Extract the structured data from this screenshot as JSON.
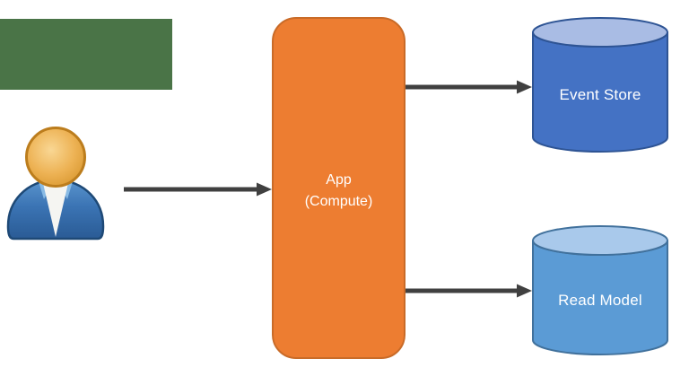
{
  "diagram": {
    "title": "CQRS / event-sourcing style architecture diagram",
    "green_box": {
      "label": ""
    },
    "actor": {
      "icon": "user-person-icon"
    },
    "app_node": {
      "line1": "App",
      "line2": "(Compute)"
    },
    "event_store_node": {
      "label": "Event Store"
    },
    "read_model_node": {
      "label": "Read Model"
    },
    "colors": {
      "green_box": "#4A7447",
      "app_fill": "#ED7D31",
      "app_stroke": "#C96B28",
      "event_store_fill": "#4472C4",
      "event_store_top": "#A9BCE4",
      "event_store_stroke": "#2E5494",
      "read_model_fill": "#5B9BD5",
      "read_model_top": "#A9C9EB",
      "read_model_stroke": "#41719C",
      "arrow": "#404040",
      "text": "#FFFFFF"
    }
  }
}
